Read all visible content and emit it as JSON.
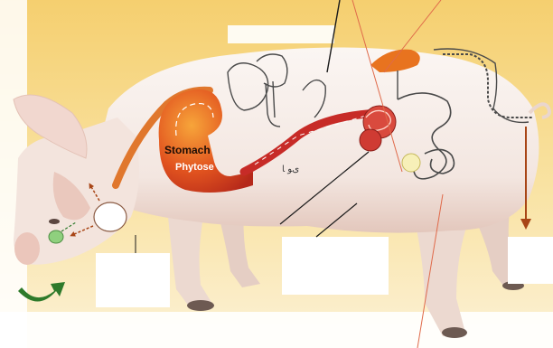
{
  "diagram": {
    "organs": {
      "stomach_label": "Stomach",
      "enzyme_label": "Phytose",
      "small_text": "ﻯﻮ ﺎ"
    },
    "colors": {
      "background_top": "#f6d77e",
      "background_bottom": "#fbeec9",
      "pig_body": "#f7f1ee",
      "pig_shadow": "#e7cfc6",
      "esophagus": "#e0772d",
      "stomach_dark": "#c4351a",
      "stomach_light": "#f39a32",
      "intestine": "#c72b27",
      "pancreas": "#e8731f",
      "arrow_brown": "#a84516",
      "arrow_green": "#2e7a2b",
      "leader_line": "#e06a4a"
    },
    "icons": [
      "curved-arrow-icon",
      "down-arrow-icon"
    ]
  }
}
